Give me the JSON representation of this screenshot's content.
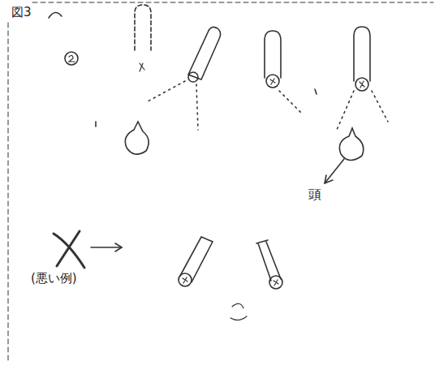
{
  "diagram": {
    "labels": [
      "図3",
      "頭",
      "(悪い例)"
    ]
  }
}
